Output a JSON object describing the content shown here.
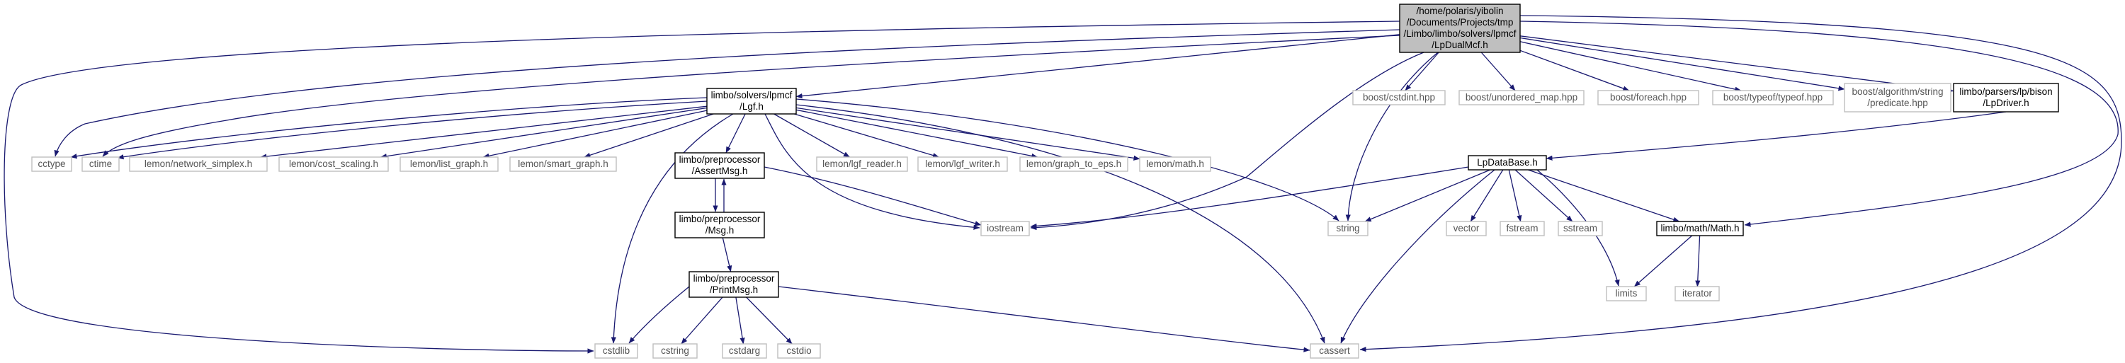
{
  "graph": {
    "colors": {
      "edge": "#191970",
      "root_fill": "#bfbfbf",
      "documented_border": "#000000",
      "system_border": "#bfbfbf",
      "system_text": "#555555"
    },
    "nodes": [
      {
        "id": "root",
        "kind": "root",
        "lines": [
          "/home/polaris/yibolin",
          "/Documents/Projects/tmp",
          "/Limbo/limbo/solvers/lpmcf",
          "/LpDualMcf.h"
        ]
      },
      {
        "id": "lgf",
        "kind": "doc",
        "lines": [
          "limbo/solvers/lpmcf",
          "/Lgf.h"
        ]
      },
      {
        "id": "cctype",
        "kind": "sys",
        "lines": [
          "cctype"
        ]
      },
      {
        "id": "ctime",
        "kind": "sys",
        "lines": [
          "ctime"
        ]
      },
      {
        "id": "net_simplex",
        "kind": "sys",
        "lines": [
          "lemon/network_simplex.h"
        ]
      },
      {
        "id": "cost_scaling",
        "kind": "sys",
        "lines": [
          "lemon/cost_scaling.h"
        ]
      },
      {
        "id": "list_graph",
        "kind": "sys",
        "lines": [
          "lemon/list_graph.h"
        ]
      },
      {
        "id": "smart_graph",
        "kind": "sys",
        "lines": [
          "lemon/smart_graph.h"
        ]
      },
      {
        "id": "assertmsg",
        "kind": "doc",
        "lines": [
          "limbo/preprocessor",
          "/AssertMsg.h"
        ]
      },
      {
        "id": "lgf_reader",
        "kind": "sys",
        "lines": [
          "lemon/lgf_reader.h"
        ]
      },
      {
        "id": "lgf_writer",
        "kind": "sys",
        "lines": [
          "lemon/lgf_writer.h"
        ]
      },
      {
        "id": "graph_to_eps",
        "kind": "sys",
        "lines": [
          "lemon/graph_to_eps.h"
        ]
      },
      {
        "id": "lemon_math",
        "kind": "sys",
        "lines": [
          "lemon/math.h"
        ]
      },
      {
        "id": "msg",
        "kind": "doc",
        "lines": [
          "limbo/preprocessor",
          "/Msg.h"
        ]
      },
      {
        "id": "printmsg",
        "kind": "doc",
        "lines": [
          "limbo/preprocessor",
          "/PrintMsg.h"
        ]
      },
      {
        "id": "iostream",
        "kind": "sys",
        "lines": [
          "iostream"
        ]
      },
      {
        "id": "cstdlib",
        "kind": "sys",
        "lines": [
          "cstdlib"
        ]
      },
      {
        "id": "cstring",
        "kind": "sys",
        "lines": [
          "cstring"
        ]
      },
      {
        "id": "cstdarg",
        "kind": "sys",
        "lines": [
          "cstdarg"
        ]
      },
      {
        "id": "cstdio",
        "kind": "sys",
        "lines": [
          "cstdio"
        ]
      },
      {
        "id": "cassert",
        "kind": "sys",
        "lines": [
          "cassert"
        ]
      },
      {
        "id": "string",
        "kind": "sys",
        "lines": [
          "string"
        ]
      },
      {
        "id": "cstdint",
        "kind": "sys",
        "lines": [
          "boost/cstdint.hpp"
        ]
      },
      {
        "id": "unordered_map",
        "kind": "sys",
        "lines": [
          "boost/unordered_map.hpp"
        ]
      },
      {
        "id": "foreach",
        "kind": "sys",
        "lines": [
          "boost/foreach.hpp"
        ]
      },
      {
        "id": "typeof",
        "kind": "sys",
        "lines": [
          "boost/typeof/typeof.hpp"
        ]
      },
      {
        "id": "predicate",
        "kind": "sys",
        "lines": [
          "boost/algorithm/string",
          "/predicate.hpp"
        ]
      },
      {
        "id": "lpdriver",
        "kind": "doc",
        "lines": [
          "limbo/parsers/lp/bison",
          "/LpDriver.h"
        ]
      },
      {
        "id": "lpdatabase",
        "kind": "doc",
        "lines": [
          "LpDataBase.h"
        ]
      },
      {
        "id": "vector",
        "kind": "sys",
        "lines": [
          "vector"
        ]
      },
      {
        "id": "fstream",
        "kind": "sys",
        "lines": [
          "fstream"
        ]
      },
      {
        "id": "sstream",
        "kind": "sys",
        "lines": [
          "sstream"
        ]
      },
      {
        "id": "limbo_math",
        "kind": "doc",
        "lines": [
          "limbo/math/Math.h"
        ]
      },
      {
        "id": "limits",
        "kind": "sys",
        "lines": [
          "limits"
        ]
      },
      {
        "id": "iterator",
        "kind": "sys",
        "lines": [
          "iterator"
        ]
      }
    ],
    "edges": [
      [
        "root",
        "lgf"
      ],
      [
        "root",
        "cctype"
      ],
      [
        "root",
        "ctime"
      ],
      [
        "root",
        "cstdlib"
      ],
      [
        "root",
        "iostream"
      ],
      [
        "root",
        "string"
      ],
      [
        "root",
        "cstdint"
      ],
      [
        "root",
        "unordered_map"
      ],
      [
        "root",
        "foreach"
      ],
      [
        "root",
        "typeof"
      ],
      [
        "root",
        "predicate"
      ],
      [
        "root",
        "lpdriver"
      ],
      [
        "root",
        "limbo_math"
      ],
      [
        "root",
        "cassert"
      ],
      [
        "lgf",
        "cctype"
      ],
      [
        "lgf",
        "ctime"
      ],
      [
        "lgf",
        "net_simplex"
      ],
      [
        "lgf",
        "cost_scaling"
      ],
      [
        "lgf",
        "list_graph"
      ],
      [
        "lgf",
        "smart_graph"
      ],
      [
        "lgf",
        "assertmsg"
      ],
      [
        "lgf",
        "lgf_reader"
      ],
      [
        "lgf",
        "lgf_writer"
      ],
      [
        "lgf",
        "graph_to_eps"
      ],
      [
        "lgf",
        "lemon_math"
      ],
      [
        "lgf",
        "iostream"
      ],
      [
        "lgf",
        "cstdlib"
      ],
      [
        "lgf",
        "string"
      ],
      [
        "lgf",
        "cassert"
      ],
      [
        "assertmsg",
        "msg"
      ],
      [
        "msg",
        "assertmsg"
      ],
      [
        "assertmsg",
        "iostream"
      ],
      [
        "msg",
        "printmsg"
      ],
      [
        "printmsg",
        "cstdlib"
      ],
      [
        "printmsg",
        "cstring"
      ],
      [
        "printmsg",
        "cstdarg"
      ],
      [
        "printmsg",
        "cstdio"
      ],
      [
        "printmsg",
        "cassert"
      ],
      [
        "lpdriver",
        "lpdatabase"
      ],
      [
        "lpdatabase",
        "iostream"
      ],
      [
        "lpdatabase",
        "string"
      ],
      [
        "lpdatabase",
        "vector"
      ],
      [
        "lpdatabase",
        "fstream"
      ],
      [
        "lpdatabase",
        "sstream"
      ],
      [
        "lpdatabase",
        "limbo_math"
      ],
      [
        "lpdatabase",
        "limits"
      ],
      [
        "lpdatabase",
        "cassert"
      ],
      [
        "limbo_math",
        "limits"
      ],
      [
        "limbo_math",
        "iterator"
      ]
    ]
  }
}
